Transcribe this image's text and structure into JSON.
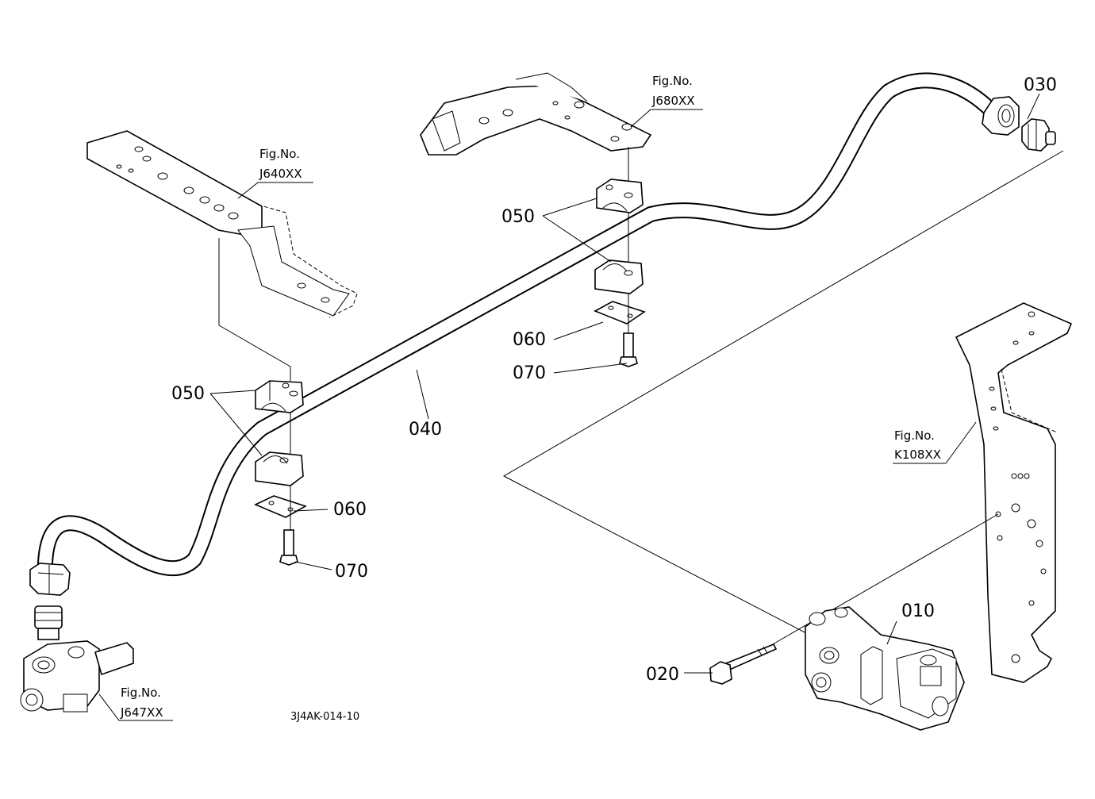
{
  "diagram": {
    "drawing_code": "3J4AK-014-10",
    "callouts": [
      {
        "id": "010",
        "text": "010"
      },
      {
        "id": "020",
        "text": "020"
      },
      {
        "id": "030",
        "text": "030"
      },
      {
        "id": "040",
        "text": "040"
      },
      {
        "id": "050_left",
        "text": "050"
      },
      {
        "id": "050_right",
        "text": "050"
      },
      {
        "id": "060_left",
        "text": "060"
      },
      {
        "id": "060_right",
        "text": "060"
      },
      {
        "id": "070_left",
        "text": "070"
      },
      {
        "id": "070_right",
        "text": "070"
      }
    ],
    "fig_refs": [
      {
        "id": "j640",
        "title": "Fig.No.",
        "code": "J640XX"
      },
      {
        "id": "j680",
        "title": "Fig.No.",
        "code": "J680XX"
      },
      {
        "id": "k108",
        "title": "Fig.No.",
        "code": "K108XX"
      },
      {
        "id": "j647",
        "title": "Fig.No.",
        "code": "J647XX"
      }
    ]
  }
}
